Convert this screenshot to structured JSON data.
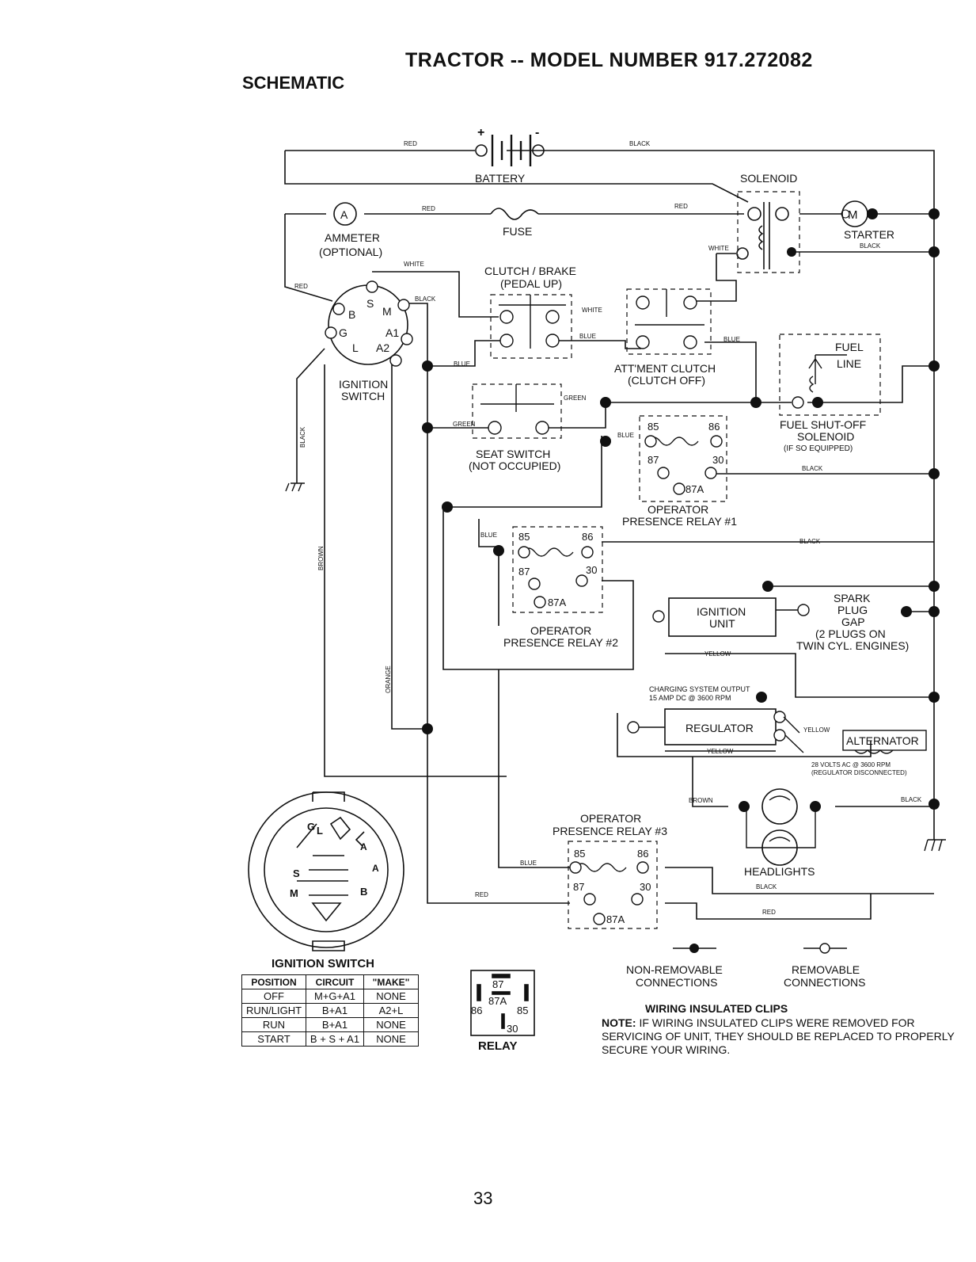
{
  "header": {
    "title": "TRACTOR -- MODEL NUMBER 917.272082",
    "section": "SCHEMATIC"
  },
  "components": {
    "battery": "BATTERY",
    "solenoid": "SOLENOID",
    "ammeter": "AMMETER",
    "ammeter_note": "(OPTIONAL)",
    "ammeter_symbol": "A",
    "fuse": "FUSE",
    "starter": "STARTER",
    "starter_symbol": "M",
    "clutch_brake": "CLUTCH / BRAKE",
    "clutch_brake_note": "(PEDAL UP)",
    "attment_clutch": "ATT'MENT CLUTCH",
    "attment_clutch_note": "(CLUTCH OFF)",
    "fuel_line_1": "FUEL",
    "fuel_line_2": "LINE",
    "fuel_shutoff_1": "FUEL SHUT-OFF",
    "fuel_shutoff_2": "SOLENOID",
    "fuel_shutoff_3": "(IF SO EQUIPPED)",
    "ignition_switch_1": "IGNITION",
    "ignition_switch_2": "SWITCH",
    "seat_switch_1": "SEAT SWITCH",
    "seat_switch_2": "(NOT OCCUPIED)",
    "relay1_1": "OPERATOR",
    "relay1_2": "PRESENCE RELAY #1",
    "relay2_1": "OPERATOR",
    "relay2_2": "PRESENCE RELAY #2",
    "relay3_1": "OPERATOR",
    "relay3_2": "PRESENCE RELAY #3",
    "ignition_unit_1": "IGNITION",
    "ignition_unit_2": "UNIT",
    "spark_1": "SPARK",
    "spark_2": "PLUG",
    "spark_3": "GAP",
    "spark_4": "(2 PLUGS ON",
    "spark_5": "TWIN CYL. ENGINES)",
    "charging_1": "CHARGING SYSTEM OUTPUT",
    "charging_2": "15 AMP DC @ 3600 RPM",
    "regulator": "REGULATOR",
    "alternator": "ALTERNATOR",
    "alt_note_1": "28 VOLTS AC @ 3600 RPM",
    "alt_note_2": "(REGULATOR DISCONNECTED)",
    "headlights": "HEADLIGHTS",
    "relay_caption": "RELAY"
  },
  "switch_terminals": {
    "b": "B",
    "s": "S",
    "m": "M",
    "g": "G",
    "a1": "A1",
    "l": "L",
    "a2": "A2"
  },
  "connector_letters": {
    "g": "G",
    "l": "L",
    "a1": "A",
    "a2": "A",
    "s": "S",
    "m": "M",
    "b": "B"
  },
  "relay_pins": {
    "p85": "85",
    "p86": "86",
    "p87": "87",
    "p87a": "87A",
    "p30": "30"
  },
  "wires": {
    "red": "RED",
    "black": "BLACK",
    "white": "WHITE",
    "blue": "BLUE",
    "green": "GREEN",
    "brown": "BROWN",
    "orange": "ORANGE",
    "yellow": "YELLOW"
  },
  "legend": {
    "nonremovable_1": "NON-REMOVABLE",
    "nonremovable_2": "CONNECTIONS",
    "removable_1": "REMOVABLE",
    "removable_2": "CONNECTIONS"
  },
  "ignition_table": {
    "title": "IGNITION SWITCH",
    "headers": [
      "POSITION",
      "CIRCUIT",
      "\"MAKE\""
    ],
    "rows": [
      [
        "OFF",
        "M+G+A1",
        "NONE"
      ],
      [
        "RUN/LIGHT",
        "B+A1",
        "A2+L"
      ],
      [
        "RUN",
        "B+A1",
        "NONE"
      ],
      [
        "START",
        "B + S + A1",
        "NONE"
      ]
    ]
  },
  "note": {
    "heading": "WIRING INSULATED CLIPS",
    "label": "NOTE:",
    "text": "IF WIRING INSULATED CLIPS WERE REMOVED FOR SERVICING OF UNIT, THEY SHOULD BE REPLACED TO PROPERLY SECURE YOUR WIRING."
  },
  "page_number": "33"
}
